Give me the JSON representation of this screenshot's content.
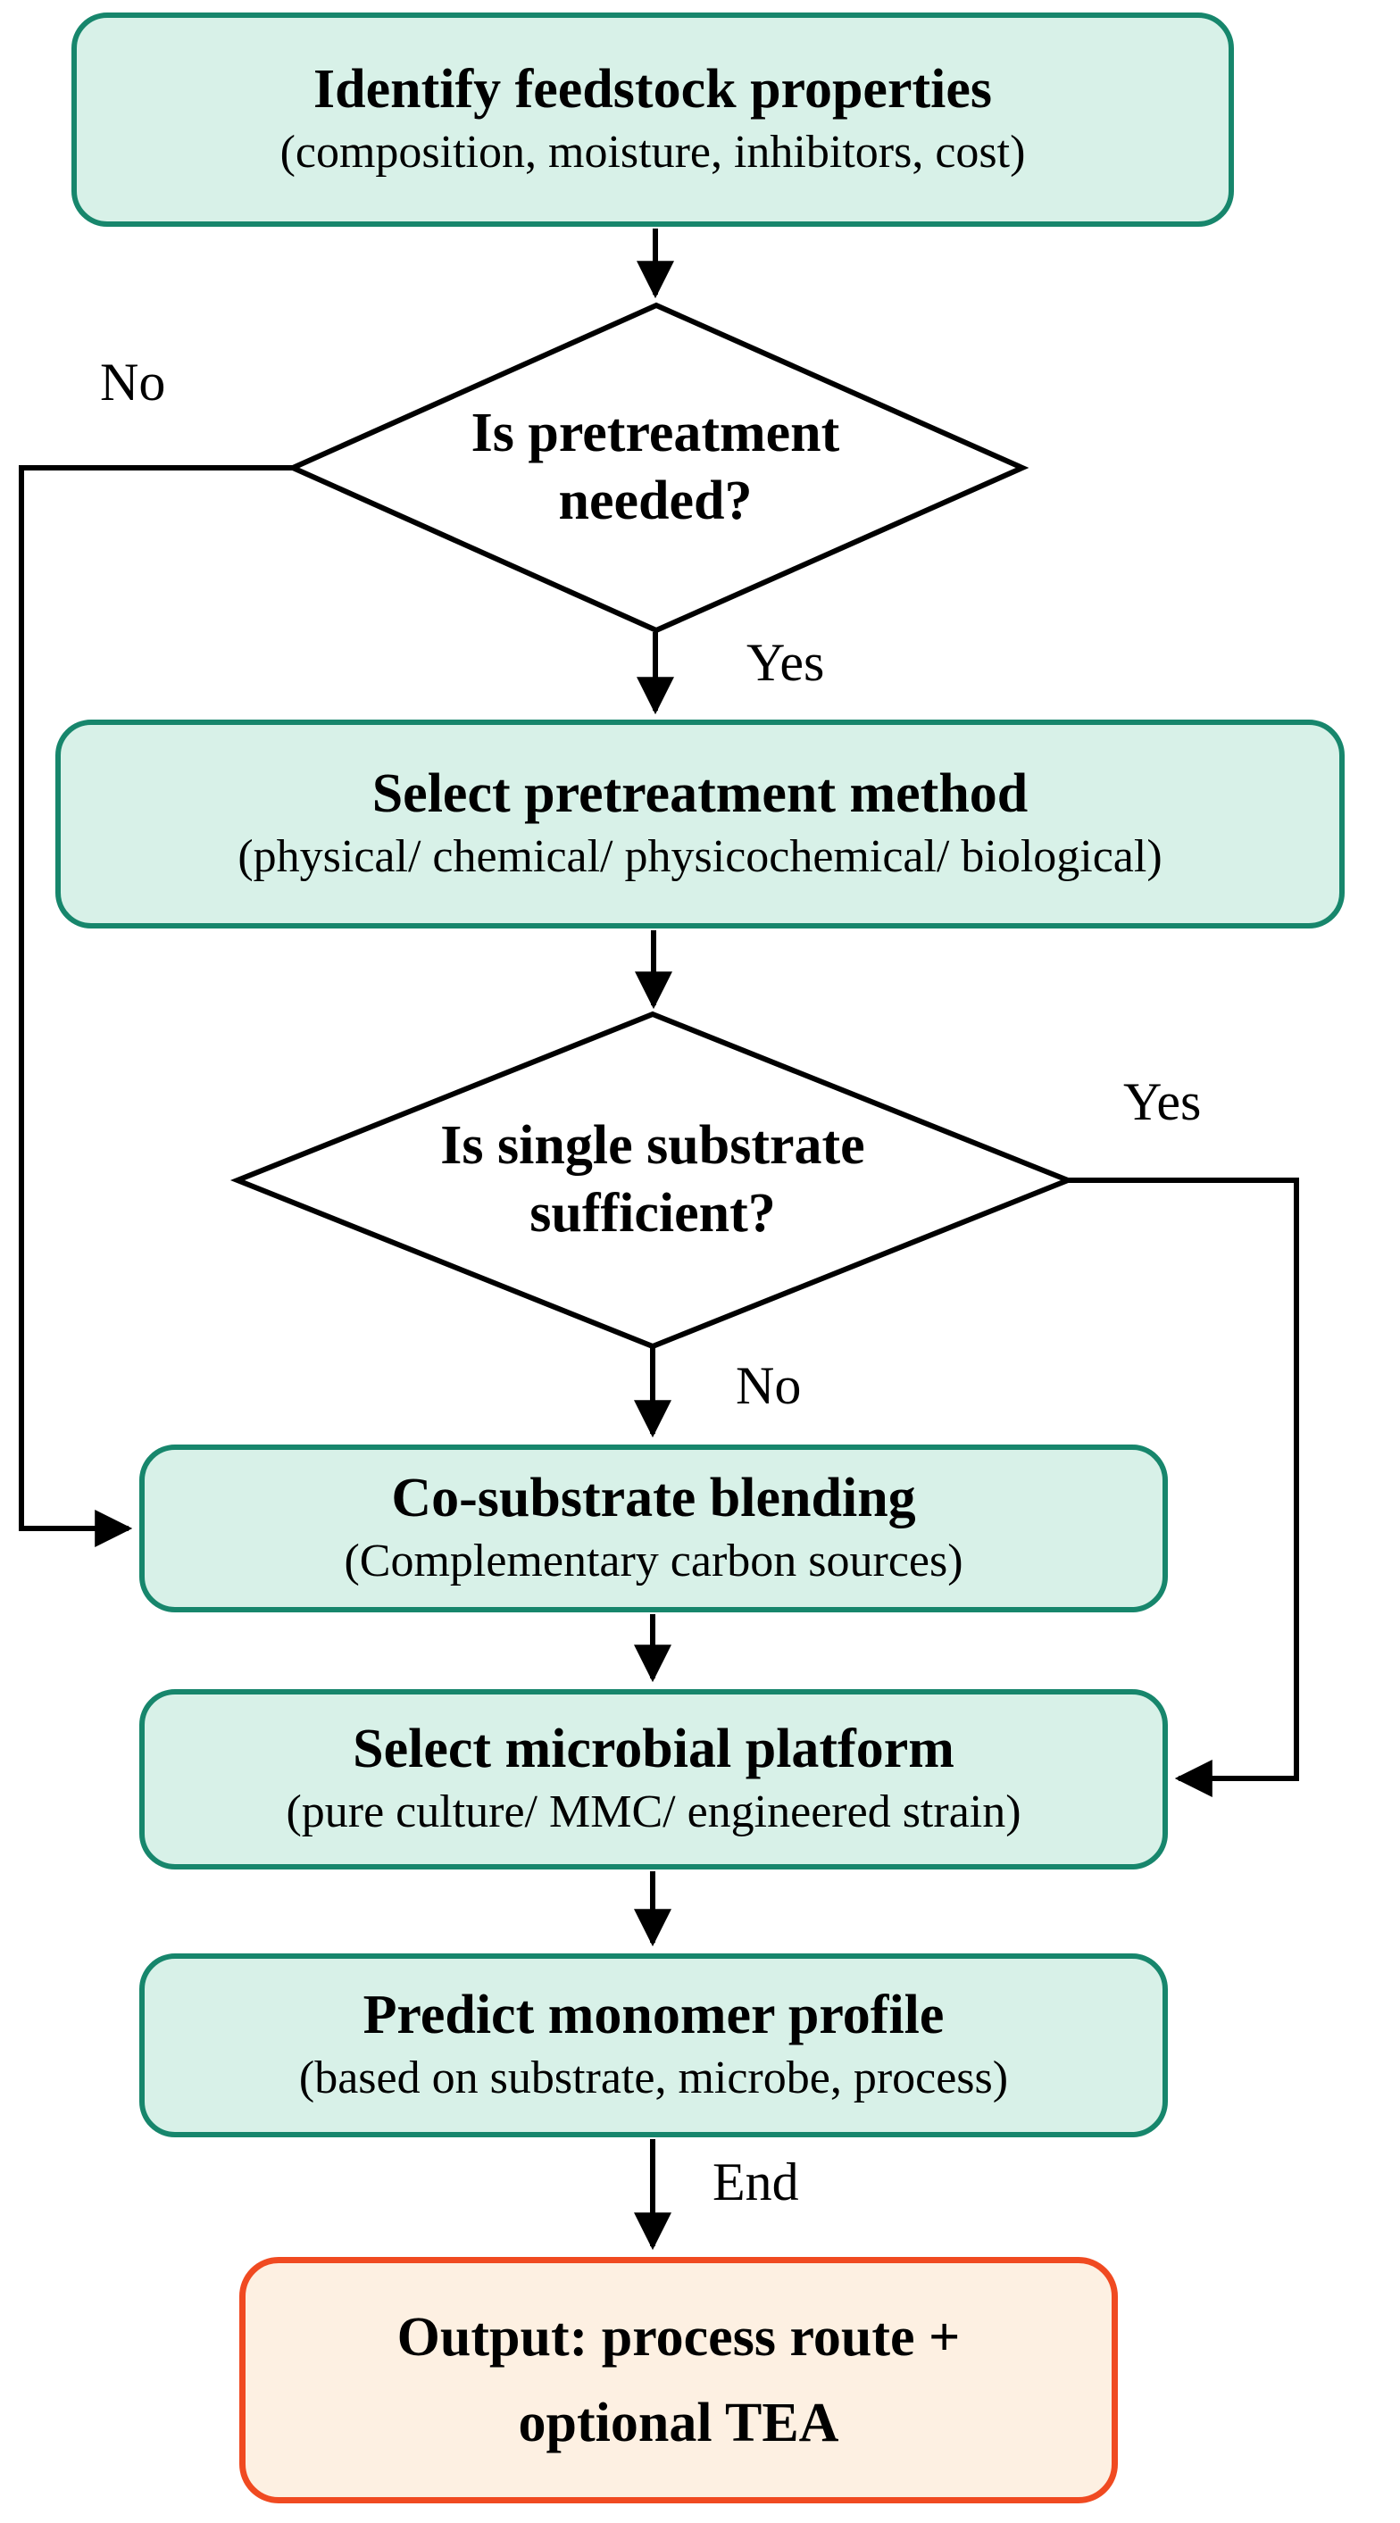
{
  "flowchart": {
    "nodes": {
      "identify_feedstock": {
        "title": "Identify feedstock properties",
        "subtitle": "(composition, moisture, inhibitors, cost)"
      },
      "pretreatment_decision": {
        "lines": [
          "Is pretreatment",
          "needed?"
        ]
      },
      "select_pretreatment": {
        "title": "Select pretreatment method",
        "subtitle": "(physical/ chemical/ physicochemical/ biological)"
      },
      "single_substrate_decision": {
        "lines": [
          "Is single substrate",
          "sufficient?"
        ]
      },
      "co_substrate_blending": {
        "title": "Co-substrate blending",
        "subtitle": "(Complementary carbon sources)"
      },
      "select_microbial_platform": {
        "title": "Select microbial platform",
        "subtitle": "(pure culture/ MMC/ engineered strain)"
      },
      "predict_monomer_profile": {
        "title": "Predict monomer profile",
        "subtitle": "(based on substrate, microbe, process)"
      },
      "output": {
        "lines": [
          "Output: process route +",
          "optional TEA"
        ]
      }
    },
    "edge_labels": {
      "pretreatment_no": "No",
      "pretreatment_yes": "Yes",
      "substrate_yes": "Yes",
      "substrate_no": "No",
      "end": "End"
    }
  },
  "colors": {
    "process_fill": "#d8f1e8",
    "process_border": "#17866c",
    "decision_fill": "#ffffff",
    "decision_border": "#000000",
    "output_fill": "#fdf0e2",
    "output_border": "#f04a21",
    "arrow": "#000000",
    "text": "#000000"
  }
}
